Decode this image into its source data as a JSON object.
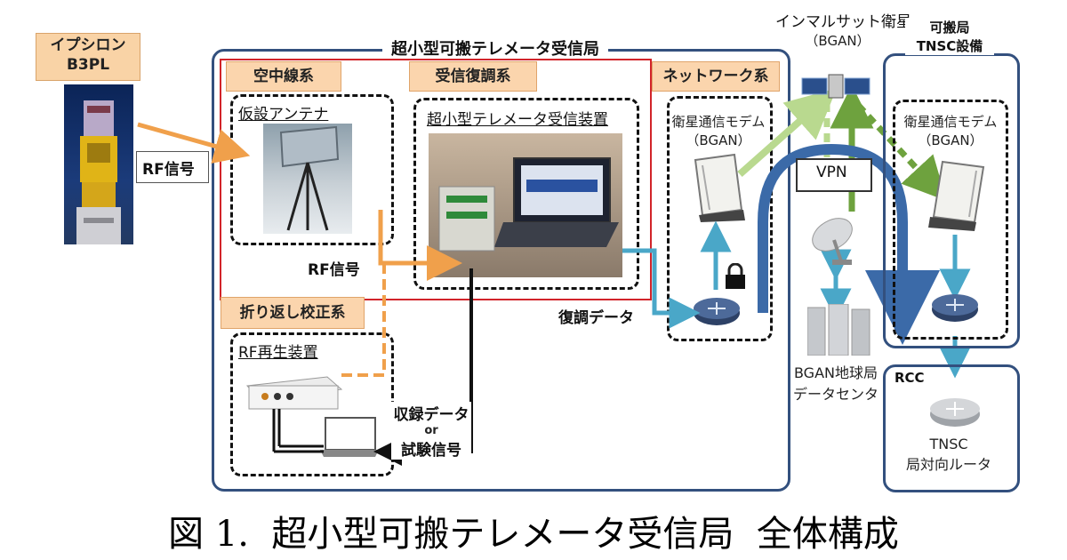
{
  "epsilon": {
    "line1": "イプシロン",
    "line2": "B3PL"
  },
  "rf_signal_1": "RF信号",
  "station_title": "超小型可搬テレメータ受信局",
  "antenna_system": {
    "header": "空中線系",
    "label": "仮設アンテナ"
  },
  "demod_system": {
    "header": "受信復調系",
    "label": "超小型テレメータ受信装置"
  },
  "network_system": {
    "header": "ネットワーク系",
    "modem_line1": "衛星通信モデム",
    "modem_line2": "（BGAN）"
  },
  "rf_signal_2": "RF信号",
  "loopback": {
    "header": "折り返し校正系",
    "label": "RF再生装置"
  },
  "demod_data": "復調データ",
  "recorded": {
    "line1": "収録データ",
    "line2": "or",
    "line3": "試験信号"
  },
  "satellite": {
    "line1": "インマルサット衛星",
    "line2": "（BGAN）"
  },
  "vpn": "VPN",
  "ground_station": {
    "line1": "BGAN地球局",
    "line2": "データセンタ"
  },
  "portable": {
    "line1": "可搬局",
    "line2": "TNSC設備",
    "modem_line1": "衛星通信モデム",
    "modem_line2": "（BGAN）"
  },
  "rcc": {
    "label": "RCC",
    "router_line1": "TNSC",
    "router_line2": "局対向ルータ"
  },
  "caption": "図 1.  超小型可搬テレメータ受信局  全体構成"
}
